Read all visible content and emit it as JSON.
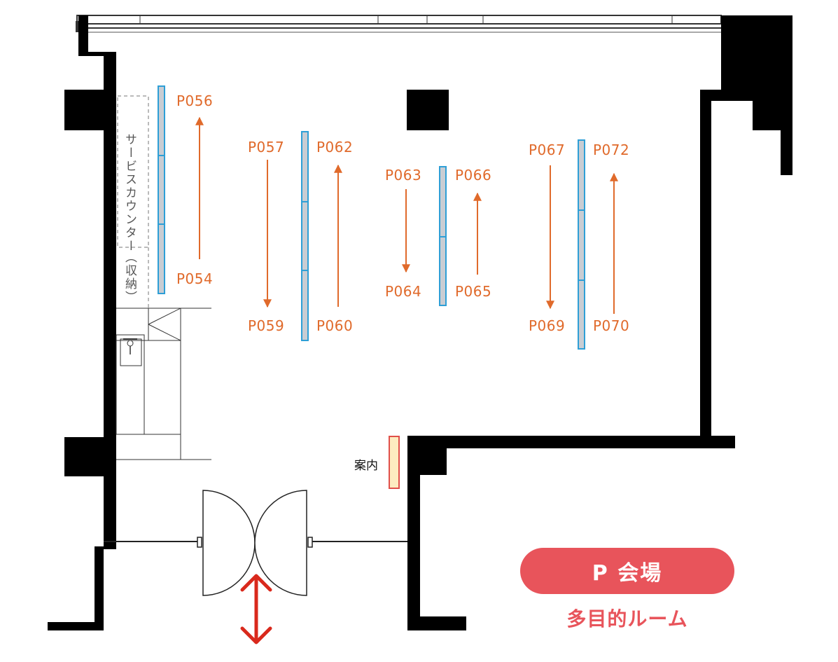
{
  "booth_labels": {
    "P054": "P054",
    "P056": "P056",
    "P057": "P057",
    "P059": "P059",
    "P060": "P060",
    "P062": "P062",
    "P063": "P063",
    "P064": "P064",
    "P065": "P065",
    "P066": "P066",
    "P067": "P067",
    "P069": "P069",
    "P070": "P070",
    "P072": "P072"
  },
  "room_labels": {
    "service_counter": "サービスカウンター",
    "storage": "（収納）",
    "info_desk": "案内"
  },
  "venue": {
    "name": "P 会場",
    "subtitle": "多目的ルーム"
  },
  "colors": {
    "booth_label": "#e06a2b",
    "route_arrow": "#e06a2b",
    "table_border": "#2e9fd6",
    "table_fill": "#c9cdd3",
    "info_desk_border": "#e0504a",
    "info_desk_fill": "#fdecc0",
    "entrance_arrow": "#d9291c",
    "badge": "#e8545b",
    "wall": "#000000"
  }
}
